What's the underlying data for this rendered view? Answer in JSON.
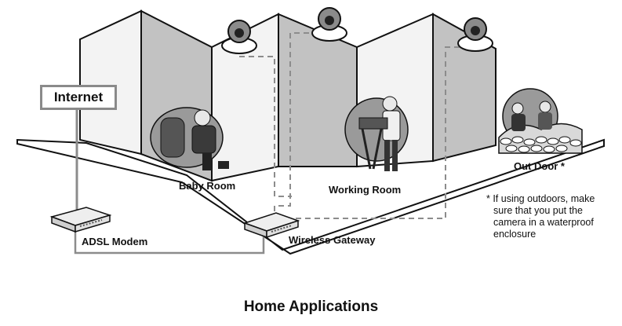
{
  "diagram": {
    "internet_label": "Internet",
    "rooms": {
      "baby_room": "Baby Room",
      "working_room": "Working Room",
      "out_door": "Out Door *"
    },
    "devices": {
      "adsl_modem": "ADSL Modem",
      "wireless_gateway": "Wireless Gateway"
    },
    "note_lines": [
      "* If using outdoors, make",
      "sure that you put the",
      "camera in a waterproof",
      "enclosure"
    ],
    "caption": "Home Applications"
  },
  "colors": {
    "wall_light": "#f2f2f2",
    "wall_dark": "#bdbdbd",
    "cable": "#8c8c8c",
    "outline": "#111111"
  }
}
